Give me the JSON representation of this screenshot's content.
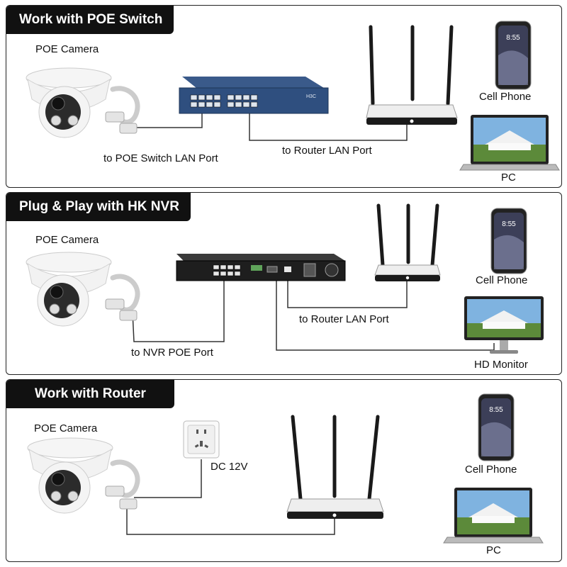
{
  "panels": [
    {
      "title": "Work with POE Switch",
      "camera_label": "POE Camera",
      "link_camera": "to POE Switch LAN Port",
      "link_router": "to Router LAN Port",
      "phone_label": "Cell Phone",
      "screen_label": "PC",
      "phone_time": "8:55",
      "switch_brand": "H3C"
    },
    {
      "title": "Plug & Play with HK NVR",
      "camera_label": "POE Camera",
      "link_camera": "to NVR POE Port",
      "link_router": "to Router LAN Port",
      "phone_label": "Cell Phone",
      "screen_label": "HD Monitor",
      "phone_time": "8:55"
    },
    {
      "title": "Work with Router",
      "camera_label": "POE Camera",
      "power_label": "DC 12V",
      "phone_label": "Cell Phone",
      "screen_label": "PC",
      "phone_time": "8:55"
    }
  ]
}
